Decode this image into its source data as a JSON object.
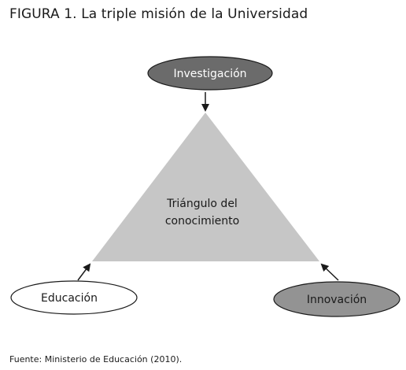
{
  "figure": {
    "title": "FIGURA 1. La triple misión de la Universidad",
    "source": "Fuente: Ministerio de Educación (2010)."
  },
  "diagram": {
    "center_label_line1": "Triángulo del",
    "center_label_line2": "conocimiento",
    "nodes": {
      "top": "Investigación",
      "left": "Educación",
      "right": "Innovación"
    }
  },
  "colors": {
    "triangle_fill": "#c6c6c6",
    "node_top_fill": "#6b6b6b",
    "node_right_fill": "#939393",
    "node_left_fill": "#ffffff",
    "node_stroke": "#1a1a1a",
    "text_dark": "#1a1a1a",
    "text_light": "#ffffff"
  }
}
